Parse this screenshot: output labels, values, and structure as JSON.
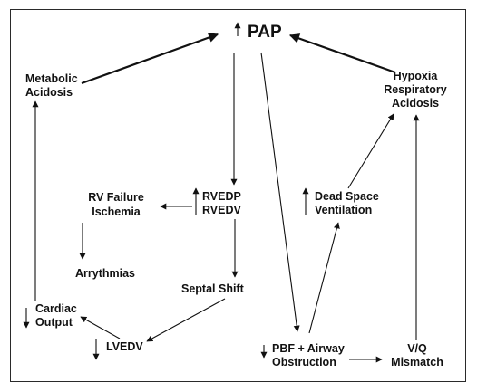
{
  "nodes": {
    "pap": "PAP",
    "metabolic_acidosis": [
      "Metabolic",
      "Acidosis"
    ],
    "hypoxia": [
      "Hypoxia",
      "Respiratory",
      "Acidosis"
    ],
    "rvedp": [
      "RVEDP",
      "RVEDV"
    ],
    "rv_failure": [
      "RV Failure",
      "Ischemia"
    ],
    "dead_space": [
      "Dead Space",
      "Ventilation"
    ],
    "arrythmias": "Arrythmias",
    "septal_shift": "Septal Shift",
    "cardiac_output": [
      "Cardiac",
      "Output"
    ],
    "lvedv": "LVEDV",
    "pbf": [
      "PBF + Airway",
      "Obstruction"
    ],
    "vq": [
      "V/Q",
      "Mismatch"
    ]
  },
  "indicators": {
    "pap": "increase",
    "rvedp": "increase",
    "dead_space": "increase",
    "cardiac_output": "decrease",
    "lvedv": "decrease",
    "pbf": "decrease"
  }
}
